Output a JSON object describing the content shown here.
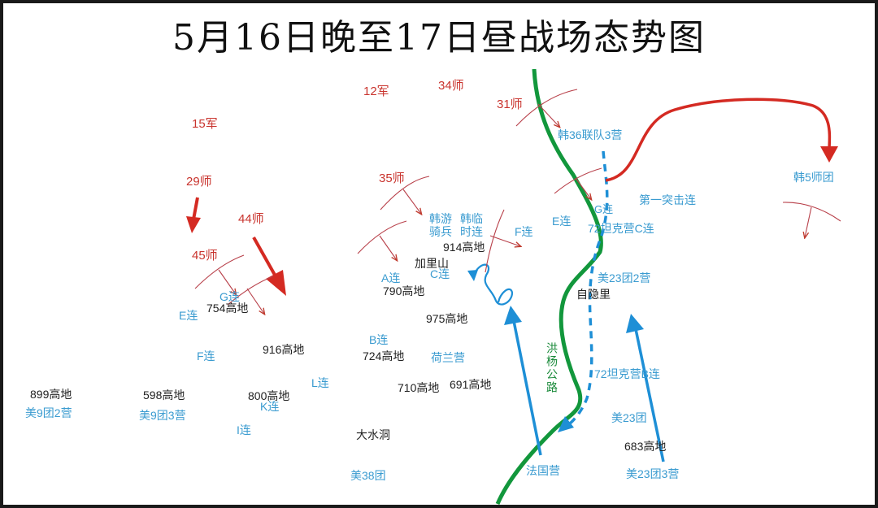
{
  "title": "5月16日晚至17日昼战场态势图",
  "colors": {
    "chinese_forces": "#d42a22",
    "un_forces": "#1e8fd6",
    "road": "#12973c",
    "hill_text": "#222222",
    "unit_text": "#3a9bd0"
  },
  "chinese_units": [
    "12军",
    "34师",
    "15军",
    "31师",
    "29师",
    "44师",
    "35师",
    "45师"
  ],
  "un_units": [
    "韩36联队3营",
    "韩5师团",
    "第一突击连",
    "G连",
    "E连",
    "72坦克营C连",
    "韩游骑兵",
    "韩临时连",
    "F连",
    "A连",
    "C连",
    "美23团2营",
    "G连",
    "E连",
    "B连",
    "F连",
    "荷兰营",
    "72坦克营B连",
    "L连",
    "K连",
    "美9团2营",
    "美9团3营",
    "I连",
    "美23团",
    "美38团",
    "美23团3营",
    "法国营"
  ],
  "places": [
    "914高地",
    "加里山",
    "790高地",
    "自隐里",
    "754高地",
    "975高地",
    "916高地",
    "724高地",
    "710高地",
    "691高地",
    "899高地",
    "598高地",
    "800高地",
    "大水洞",
    "683高地"
  ],
  "road_label": "洪杨公路"
}
